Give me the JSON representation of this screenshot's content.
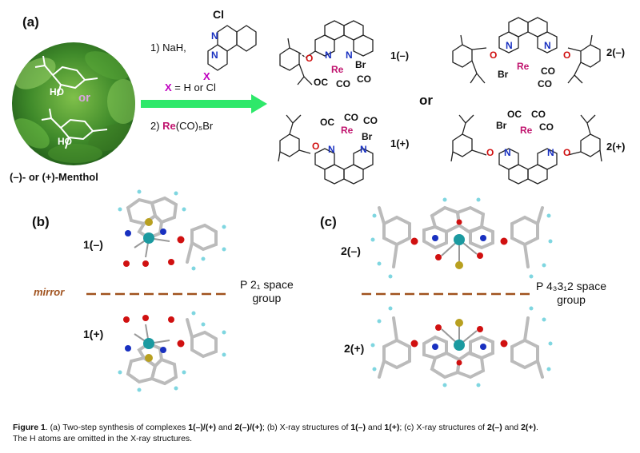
{
  "panels": {
    "a": "(a)",
    "b": "(b)",
    "c": "(c)"
  },
  "colors": {
    "re": "#c0146e",
    "x": "#c000c0",
    "arrow": "#2ee86a",
    "mirror": "#a0521e",
    "metal": "#1b9aa0",
    "br": "#b8a020",
    "o": "#d01010",
    "n": "#1830c0"
  },
  "menthol": {
    "label": "(–)- or (+)-Menthol",
    "or": "or",
    "ho": "HO"
  },
  "reagents": {
    "cl": "Cl",
    "n": "N",
    "x": "X",
    "step1": "1) NaH,",
    "x_def_x": "X",
    "x_def": "= H  or  Cl",
    "step2_pre": "2) ",
    "step2_re": "Re",
    "step2_post": "(CO)₅Br"
  },
  "structures": {
    "c1m": "1(–)",
    "c2m": "2(–)",
    "c1p": "1(+)",
    "c2p": "2(+)",
    "or": "or",
    "re": "Re",
    "br": "Br",
    "co": "CO",
    "oc": "OC",
    "o": "O",
    "n": "N"
  },
  "xray": {
    "b_top": "1(–)",
    "b_bottom": "1(+)",
    "c_top": "2(–)",
    "c_bottom": "2(+)",
    "mirror": "mirror",
    "sg_b_line1": "P 2₁ space",
    "sg_b_line2": "group",
    "sg_c_line1": "P 4₃3₁2  space",
    "sg_c_line2": "group"
  },
  "caption": {
    "fig": "Figure 1",
    "t1": ". (a) Two-step synthesis of complexes ",
    "t2": "1(–)/(+)",
    "t3": " and ",
    "t4": "2(–)/(+)",
    "t5": "; (b) X-ray structures of ",
    "t6": "1(–)",
    "t7": " and ",
    "t8": "1(+)",
    "t9": "; (c) X-ray structures of ",
    "t10": "2(–)",
    "t11": " and ",
    "t12": "2(+)",
    "t13": ".",
    "line2": "The H atoms are omitted in the X-ray structures."
  }
}
